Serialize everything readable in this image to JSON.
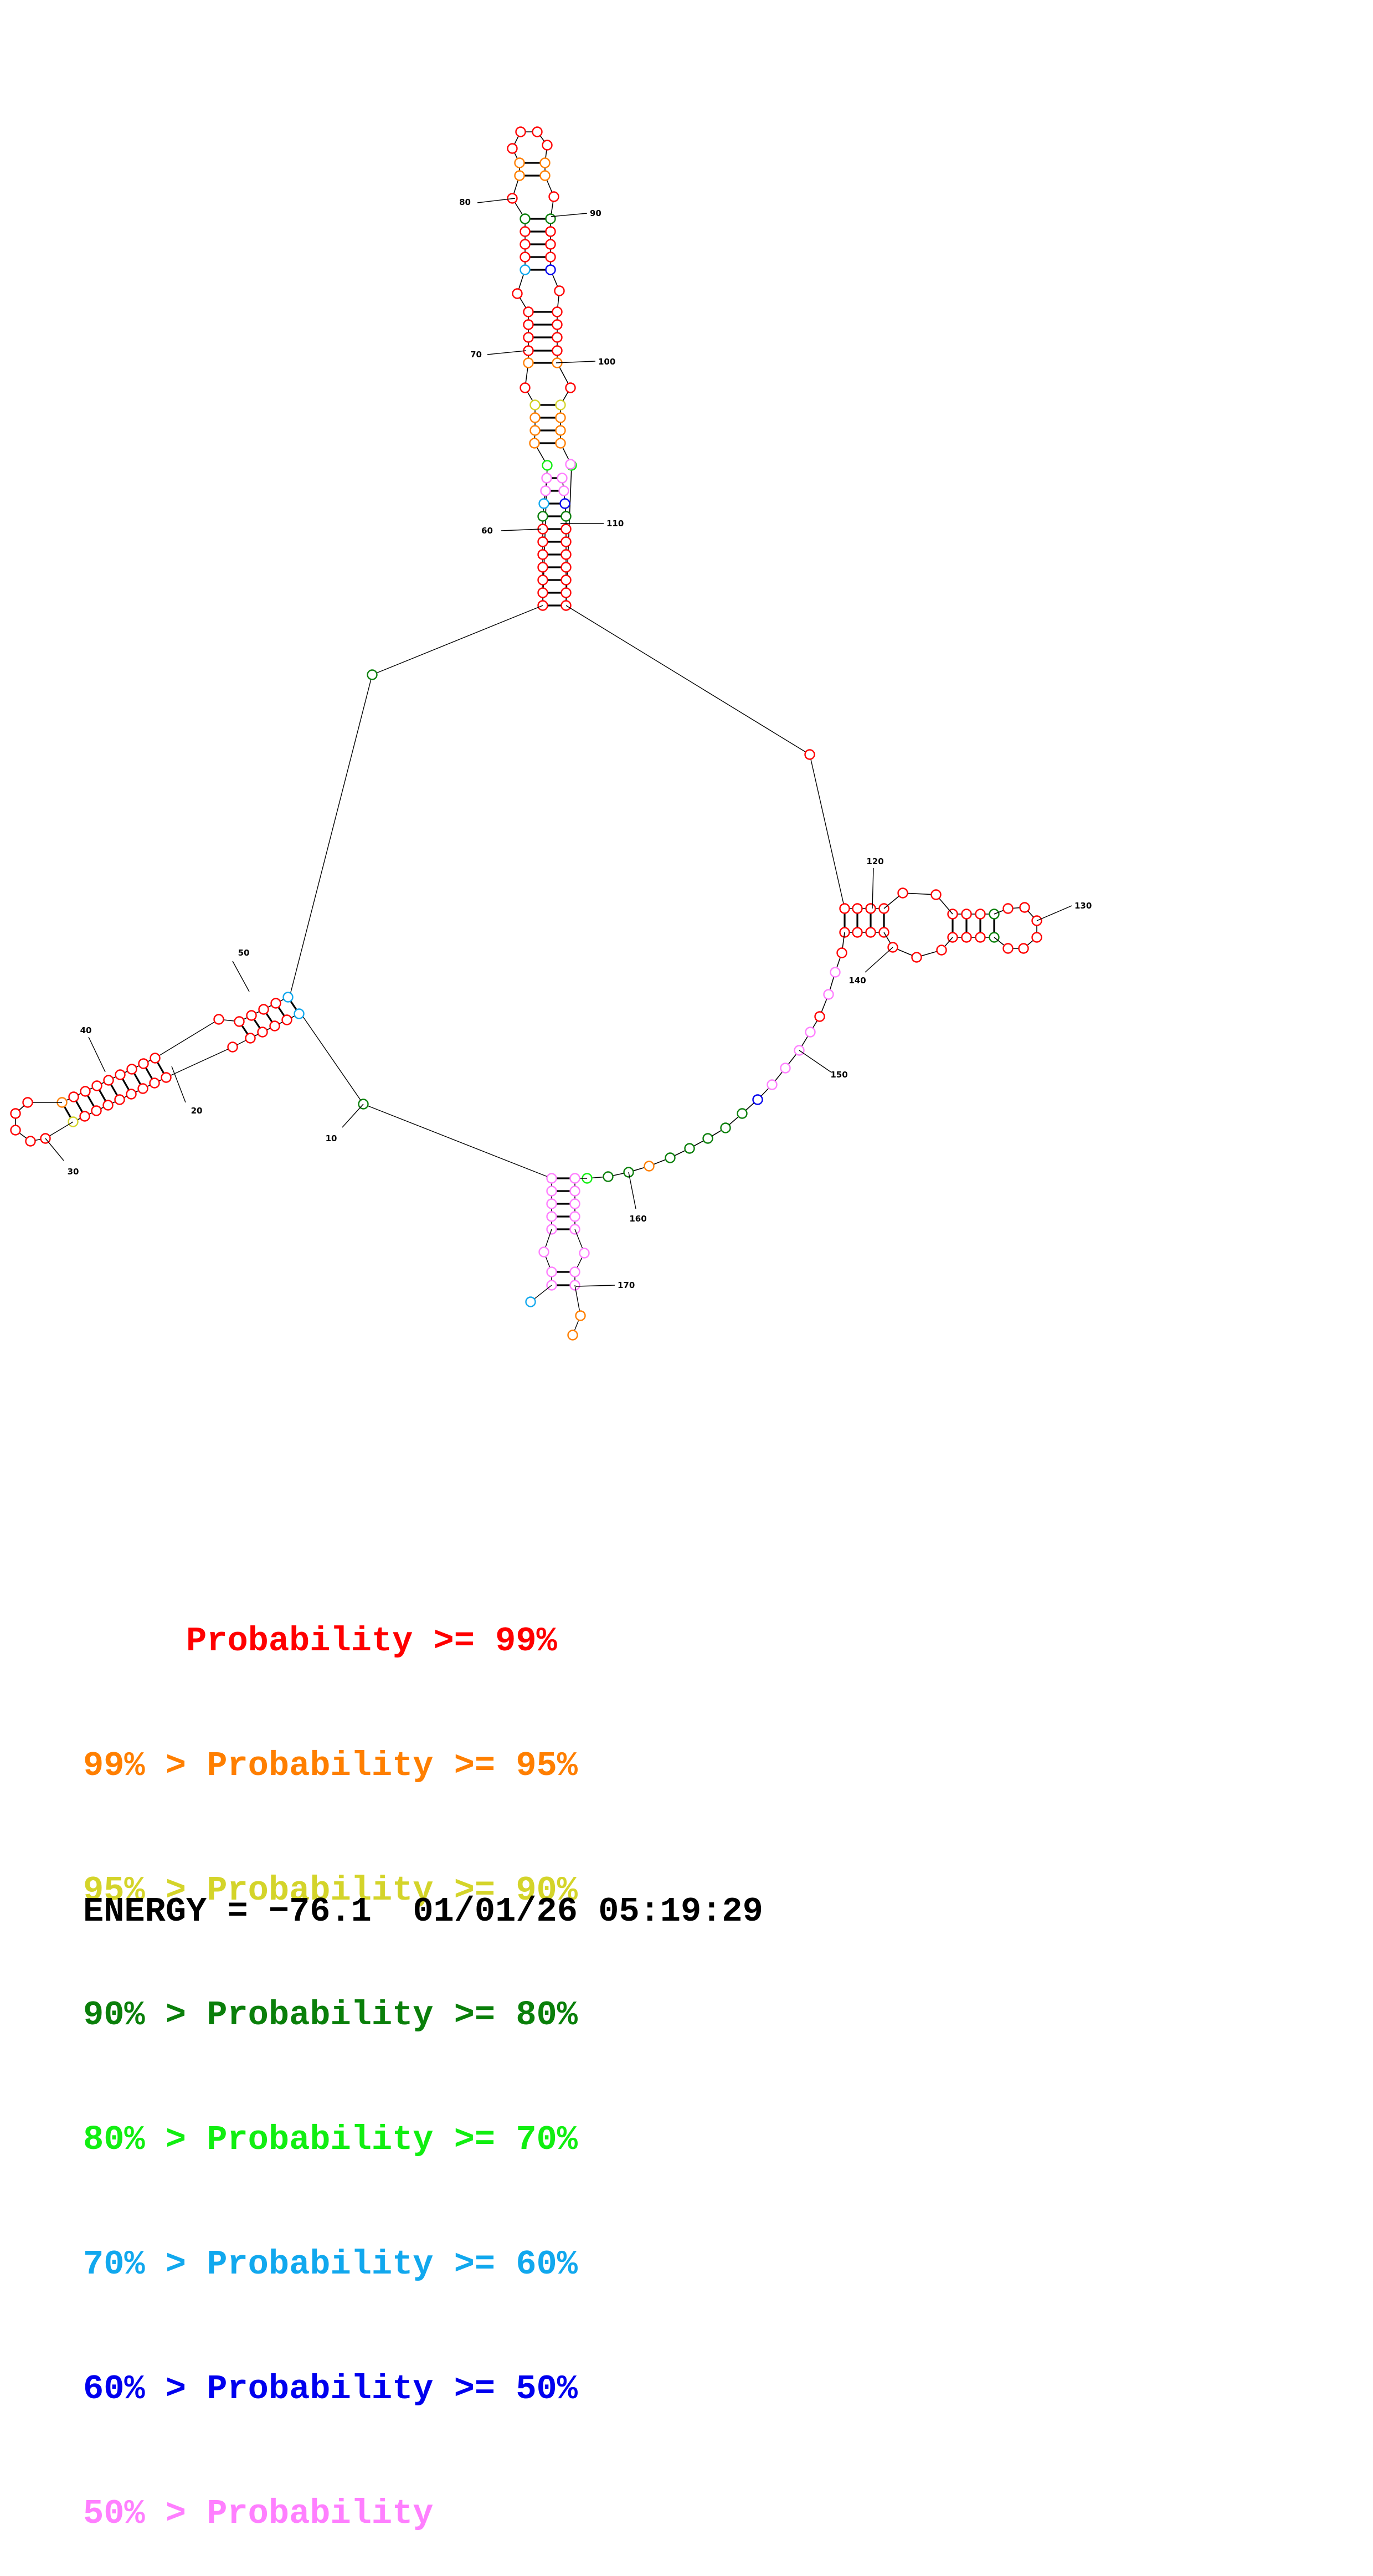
{
  "colors": {
    "p99": "#ff0000",
    "p95": "#ff7f00",
    "p90": "#d4d42a",
    "p80": "#0a7f0a",
    "p70": "#11ee11",
    "p60": "#11a8ee",
    "p50": "#0000ee",
    "plow": "#ff7fff"
  },
  "legend": [
    {
      "prefix": "     ",
      "text": "Probability >= 99%",
      "color_key": "p99"
    },
    {
      "prefix": "99% > ",
      "text": "Probability >= 95%",
      "color_key": "p95"
    },
    {
      "prefix": "95% > ",
      "text": "Probability >= 90%",
      "color_key": "p90"
    },
    {
      "prefix": "90% > ",
      "text": "Probability >= 80%",
      "color_key": "p80"
    },
    {
      "prefix": "80% > ",
      "text": "Probability >= 70%",
      "color_key": "p70"
    },
    {
      "prefix": "70% > ",
      "text": "Probability >= 60%",
      "color_key": "p60"
    },
    {
      "prefix": "60% > ",
      "text": "Probability >= 50%",
      "color_key": "p50"
    },
    {
      "prefix": "50% > ",
      "text": "Probability",
      "color_key": "plow"
    }
  ],
  "footer": {
    "energy_label": "ENERGY = ",
    "energy_value": "−76.1",
    "date": "01/01/26",
    "time": "05:19:29"
  },
  "position_labels": [
    "10",
    "20",
    "30",
    "40",
    "50",
    "60",
    "70",
    "80",
    "90",
    "100",
    "110",
    "120",
    "130",
    "140",
    "150",
    "160",
    "170"
  ]
}
